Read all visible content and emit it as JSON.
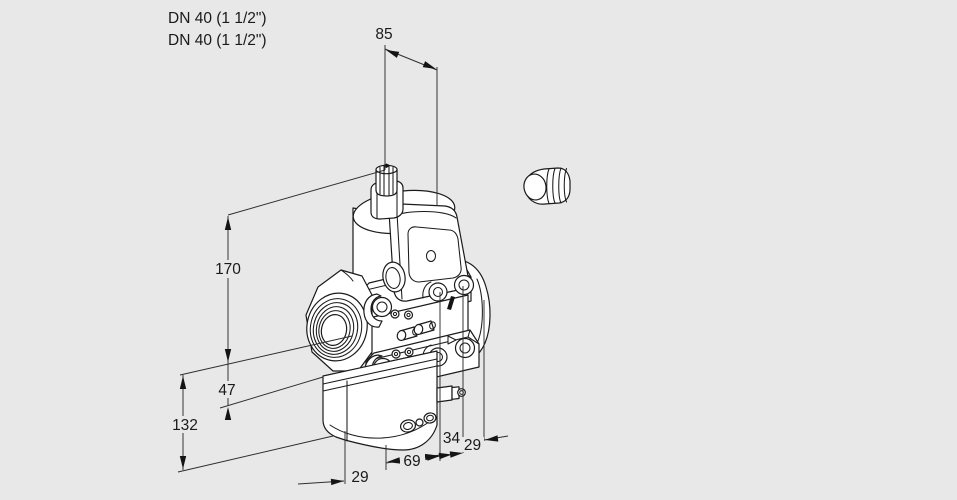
{
  "colors": {
    "background": "#e8e8e8",
    "ink": "#1b1b1b",
    "fill": "#ffffff"
  },
  "header": {
    "line1": "DN 40 (1 1/2\")",
    "line2": "DN 40 (1 1/2\")"
  },
  "dims": {
    "d85": "85",
    "d170": "170",
    "d47": "47",
    "d132": "132",
    "d29a": "29",
    "d69": "69",
    "d34": "34",
    "d29b": "29"
  }
}
